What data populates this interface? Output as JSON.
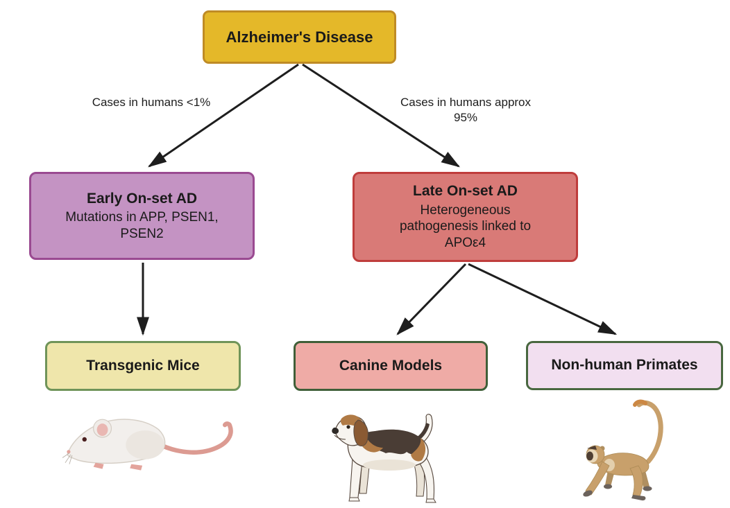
{
  "root": {
    "label": "Alzheimer's Disease"
  },
  "branch_labels": {
    "left": "Cases in humans <1%",
    "right_line1": "Cases in humans approx",
    "right_line2": "95%"
  },
  "nodes": {
    "early_onset": {
      "title": "Early On-set AD",
      "detail": "Mutations in APP, PSEN1, PSEN2"
    },
    "late_onset": {
      "title": "Late On-set AD",
      "detail": "Heterogeneous pathogenesis linked to APOε4"
    },
    "transgenic_mice": {
      "title": "Transgenic Mice"
    },
    "canine_models": {
      "title": "Canine Models"
    },
    "non_human_primates": {
      "title": "Non-human Primates"
    }
  },
  "illustrations": {
    "mouse": "white-lab-mouse-icon",
    "dog": "beagle-dog-icon",
    "monkey": "monkey-icon"
  },
  "colors": {
    "root_fill": "#e4b829",
    "root_border": "#bf8b25",
    "early_fill": "#c493c3",
    "early_border": "#9a4a91",
    "late_fill": "#d97a77",
    "late_border": "#bf3d3c",
    "mice_fill": "#efe6ab",
    "mice_border": "#6f9459",
    "canine_fill": "#efaba6",
    "canine_border": "#3f5f38",
    "primate_fill": "#f2dff0",
    "primate_border": "#48673f",
    "arrow": "#1e1e1e"
  }
}
